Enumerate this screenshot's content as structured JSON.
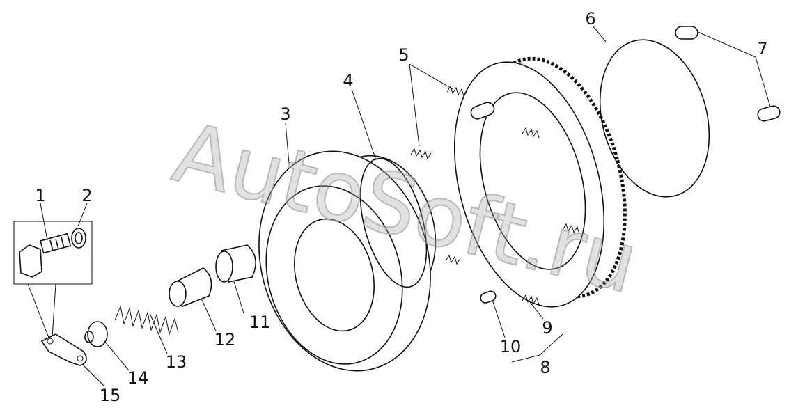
{
  "watermark": "AutoSoft.ru",
  "callouts": [
    {
      "id": "1",
      "text": "1"
    },
    {
      "id": "2",
      "text": "2"
    },
    {
      "id": "3",
      "text": "3"
    },
    {
      "id": "4",
      "text": "4"
    },
    {
      "id": "5",
      "text": "5"
    },
    {
      "id": "6",
      "text": "6"
    },
    {
      "id": "7",
      "text": "7"
    },
    {
      "id": "8",
      "text": "8"
    },
    {
      "id": "9",
      "text": "9"
    },
    {
      "id": "10",
      "text": "10"
    },
    {
      "id": "11",
      "text": "11"
    },
    {
      "id": "12",
      "text": "12"
    },
    {
      "id": "13",
      "text": "13"
    },
    {
      "id": "14",
      "text": "14"
    },
    {
      "id": "15",
      "text": "15"
    }
  ]
}
